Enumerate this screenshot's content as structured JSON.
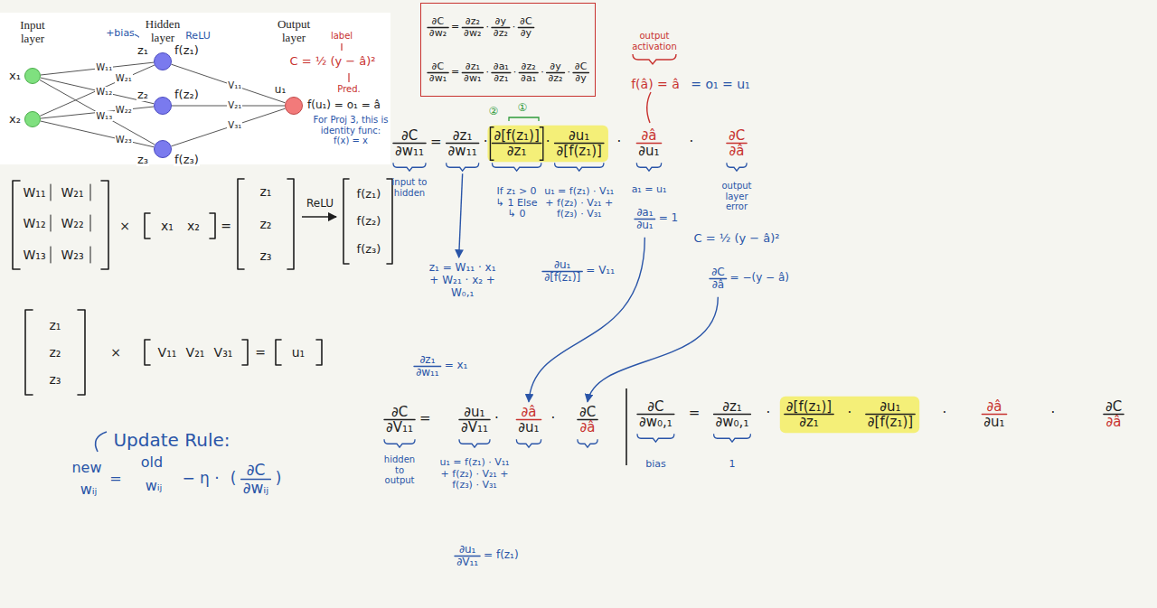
{
  "diagram": {
    "nodes": [
      {
        "text": [
          "x₁"
        ]
      },
      {
        "text": [
          "x₂"
        ]
      },
      {
        "text": [
          "z₁",
          "f(z₁)"
        ]
      },
      {
        "text": [
          "z₂",
          "f(z₂)"
        ]
      },
      {
        "text": [
          "z₃",
          "f(z₃)"
        ]
      },
      {
        "text": [
          "u₁",
          "f(u₁) = o₁ = â"
        ]
      },
      {
        "text": [
          "∂C",
          "∂w₂",
          "=",
          "∂z₂",
          "∂w₂",
          "·",
          "∂y",
          "∂z₂",
          "·",
          "∂C",
          "∂y",
          "∂C",
          "∂w₁",
          "=",
          "∂z₁",
          "∂w₁",
          "·",
          "∂a₁",
          "∂z₁",
          "·",
          "∂z₂",
          "∂a₁",
          "·",
          "∂y",
          "∂z₂",
          "·",
          "∂C",
          "∂y"
        ]
      }
    ],
    "edges": [
      {
        "from": 0,
        "to": 2,
        "label": "W₁₁",
        "arrow": "none"
      },
      {
        "from": 1,
        "to": 2,
        "label": "W₂₁",
        "arrow": "none"
      },
      {
        "from": 0,
        "to": 3,
        "label": "W₁₂",
        "arrow": "none"
      },
      {
        "from": 1,
        "to": 3,
        "label": "W₂₂",
        "arrow": "none"
      },
      {
        "from": 0,
        "to": 4,
        "label": "W₁₃",
        "arrow": "none"
      },
      {
        "from": 1,
        "to": 4,
        "label": "W₂₃",
        "arrow": "none"
      },
      {
        "from": 2,
        "to": 5,
        "label": "V₁₁",
        "arrow": "none"
      },
      {
        "from": 3,
        "to": 5,
        "label": "V₂₁",
        "arrow": "none"
      },
      {
        "from": 4,
        "to": 5,
        "label": "V₃₁",
        "arrow": "none"
      }
    ],
    "labels": [
      "Input layer",
      "Hidden layer",
      "Output layer",
      "+bias",
      "ReLU",
      "label",
      "C = ½ (y − â)²",
      "Pred.",
      "For Proj 3, this is identity func: f(x) = x",
      "output activation",
      "f(â) = â",
      "= o₁ = u₁",
      "②",
      "①",
      "∂C",
      "∂w₁₁",
      "=",
      "∂z₁",
      "∂w₁₁",
      "·",
      "∂[f(z₁)]",
      "∂z₁",
      "·",
      "∂u₁",
      "∂[f(z₁)]",
      "·",
      "∂â",
      "∂u₁",
      "·",
      "∂C",
      "∂â",
      "input to hidden",
      "If z₁ > 0 ↳ 1 Else ↳ 0",
      "u₁ = f(z₁) · V₁₁ + f(z₂) · V₂₁ + f(z₃) · V₃₁",
      "∂u₁",
      "∂[f(z₁)]",
      "= V₁₁",
      "a₁ = u₁",
      "∂a₁",
      "∂u₁",
      "= 1",
      "output layer error",
      "C = ½ (y − â)²",
      "∂C",
      "∂â",
      "= −(y − â)",
      "z₁ = W₁₁ · x₁ + W₂₁ · x₂ + W₀,₁",
      "∂z₁",
      "∂w₁₁",
      "= x₁",
      "W₁₁",
      "W₂₁",
      "W₁₂",
      "W₂₂",
      "W₁₃",
      "W₂₃",
      "×",
      "x₁",
      "x₂",
      "=",
      "z₁",
      "z₂",
      "z₃",
      "ReLU",
      "f(z₁)",
      "f(z₂)",
      "f(z₃)",
      "z₁",
      "z₂",
      "z₃",
      "×",
      "V₁₁",
      "V₂₁",
      "V₃₁",
      "=",
      "u₁",
      "Update Rule:",
      "new",
      "wᵢⱼ",
      "=",
      "old",
      "wᵢⱼ",
      "− η ·",
      "(",
      "∂C",
      "∂wᵢⱼ",
      ")",
      "∂C",
      "∂V₁₁",
      "=",
      "∂u₁",
      "∂V₁₁",
      "·",
      "∂â",
      "∂u₁",
      "·",
      "∂C",
      "∂â",
      "hidden to output",
      "u₁ = f(z₁) · V₁₁ + f(z₂) · V₂₁ + f(z₃) · V₃₁",
      "∂u₁",
      "∂V₁₁",
      "= f(z₁)",
      "∂C",
      "∂w₀,₁",
      "=",
      "∂z₁",
      "∂w₀,₁",
      "·",
      "∂[f(z₁)]",
      "∂z₁",
      "·",
      "∂u₁",
      "∂[f(z₁)]",
      "·",
      "∂â",
      "∂u₁",
      "·",
      "∂C",
      "∂â",
      "bias",
      "1"
    ]
  }
}
